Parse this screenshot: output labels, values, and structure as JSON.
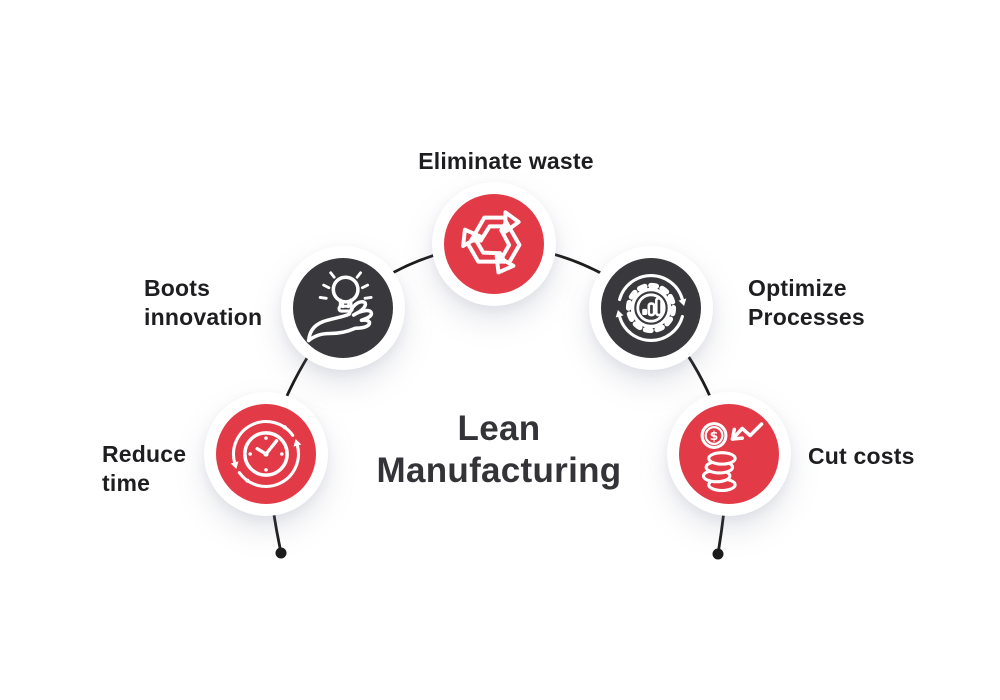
{
  "title": {
    "line1": "Lean",
    "line2": "Manufacturing"
  },
  "nodes": [
    {
      "id": "eliminate-waste",
      "label_line1": "Eliminate waste",
      "label_line2": "",
      "icon": "recycle-icon",
      "circle_color": "#e23b47"
    },
    {
      "id": "boosts-innovation",
      "label_line1": "Boots",
      "label_line2": "innovation",
      "icon": "hand-lightbulb-icon",
      "circle_color": "#39383d"
    },
    {
      "id": "optimize-processes",
      "label_line1": "Optimize",
      "label_line2": "Processes",
      "icon": "gear-chart-icon",
      "circle_color": "#39383d"
    },
    {
      "id": "reduce-time",
      "label_line1": "Reduce",
      "label_line2": "time",
      "icon": "clock-arrows-icon",
      "circle_color": "#e23b47"
    },
    {
      "id": "cut-costs",
      "label_line1": "Cut costs",
      "label_line2": "",
      "icon": "money-coins-icon",
      "circle_color": "#e23b47",
      "icon_text": "$"
    }
  ],
  "colors": {
    "red": "#e23b47",
    "dark": "#39383d",
    "connector": "#1c1c1c",
    "label_text": "#1e1e21",
    "title_text": "#343438",
    "background": "#ffffff"
  }
}
